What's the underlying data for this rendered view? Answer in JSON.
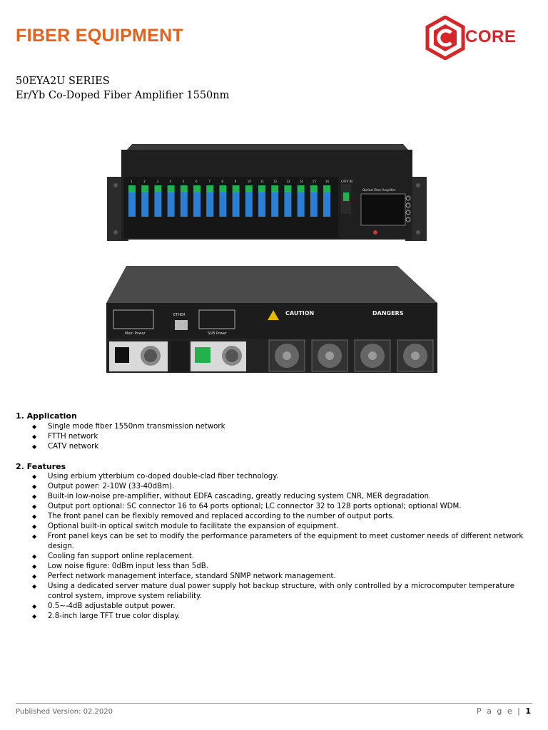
{
  "header": {
    "title": "FIBER EQUIPMENT",
    "logo_text": "CORE"
  },
  "product": {
    "series": "50EYA2U SERIES",
    "name": "Er/Yb Co-Doped Fiber Amplifier 1550nm"
  },
  "front_panel": {
    "port_numbers": [
      "1",
      "2",
      "3",
      "4",
      "5",
      "6",
      "7",
      "8",
      "9",
      "10",
      "11",
      "12",
      "13",
      "14",
      "15",
      "16"
    ],
    "catv_label": "CATV IN",
    "display_title": "Optical Fiber Amplifier"
  },
  "rear_panel": {
    "ether_label": "ETHER",
    "main_power_label": "Main Power",
    "sub_power_label": "SUB Power",
    "caution_label": "CAUTION",
    "dangers_label": "DANGERS"
  },
  "sections": [
    {
      "title": "1. Application",
      "items": [
        "Single mode fiber 1550nm transmission network",
        "FTTH network",
        "CATV network"
      ]
    },
    {
      "title": "2. Features",
      "items": [
        "Using erbium ytterbium co-doped double-clad fiber technology.",
        "Output power: 2-10W (33-40dBm).",
        "Built-in low-noise pre-amplifier, without EDFA cascading, greatly reducing system CNR, MER degradation.",
        "Output port optional: SC connector 16 to 64 ports optional; LC connector 32 to 128 ports optional; optional WDM.",
        "The front panel can be flexibly removed and replaced according to the number of output ports.",
        "Optional built-in optical switch module to facilitate the expansion of equipment.",
        "Front panel keys can be set to modify the performance parameters of the equipment to meet customer needs of different network design.",
        "Cooling fan support online replacement.",
        "Low noise figure: 0dBm input less than 5dB.",
        "Perfect network management interface, standard SNMP network management.",
        "Using a dedicated server mature dual power supply hot backup structure, with only controlled by a microcomputer temperature control system, improve system reliability.",
        "0.5~-4dB adjustable output power.",
        "2.8-inch large TFT true color display."
      ]
    }
  ],
  "footer": {
    "version": "Published Version: 02.2020",
    "page_label": "P a g e",
    "page_number": "1"
  },
  "colors": {
    "title": "#e8601a",
    "logo": "#d7262a",
    "chassis": "#1f1f1f",
    "adapter": "#2a7fd4",
    "connector": "#22b14c"
  }
}
